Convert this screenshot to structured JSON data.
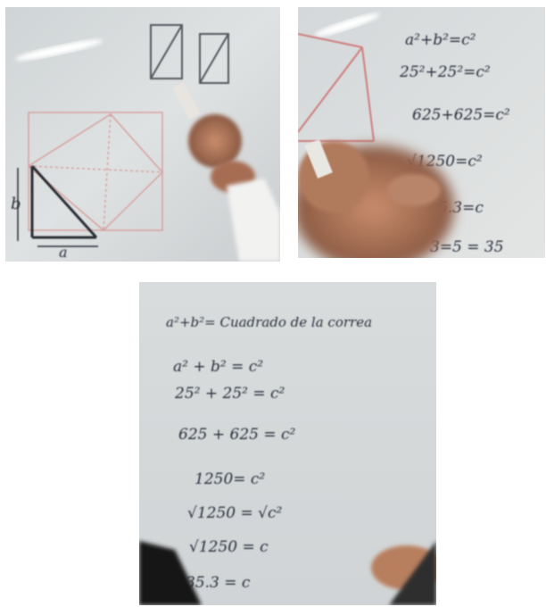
{
  "photos": [
    {
      "id": "whiteboard-diagram-photo",
      "labels": {
        "side_b": "b",
        "side_a": "a"
      }
    },
    {
      "id": "whiteboard-equations-photo",
      "lines": [
        "a²+b²=c²",
        "25²+25²=c²",
        "625+625=c²",
        "√1250=c²",
        "=35.3=c",
        "3=5 = 35"
      ]
    },
    {
      "id": "whiteboard-notebook-photo",
      "lines": [
        "a²+b²= Cuadrado de la correa",
        "a² + b² = c²",
        "25² + 25² = c²",
        "625 + 625 = c²",
        "1250= c²",
        "√1250 = √c²",
        "√1250 = c",
        "35.3 = c"
      ]
    }
  ]
}
